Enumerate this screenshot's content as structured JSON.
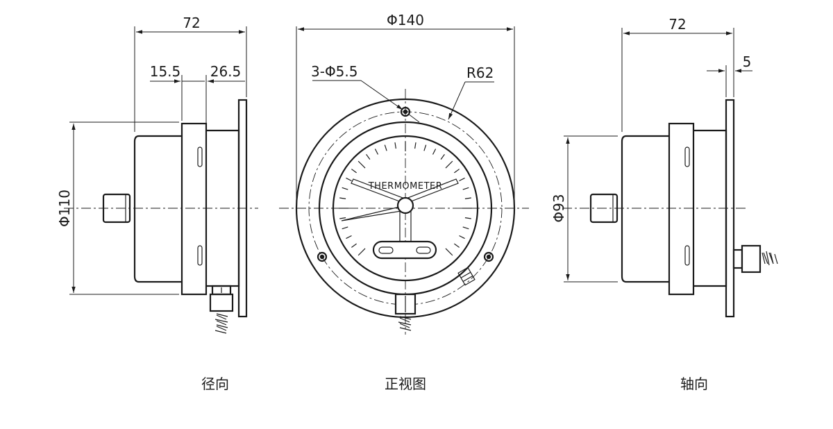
{
  "views": {
    "radial": {
      "caption": "径向",
      "dim_depth": "72",
      "dim_a": "15.5",
      "dim_b": "26.5",
      "dim_dia": "Φ110"
    },
    "front": {
      "caption": "正视图",
      "dim_dia": "Φ140",
      "dim_holes": "3-Φ5.5",
      "dim_radius": "R62",
      "dial_label": "THERMOMETER"
    },
    "axial": {
      "caption": "轴向",
      "dim_depth": "72",
      "dim_flange": "5",
      "dim_dia": "Φ93"
    }
  }
}
